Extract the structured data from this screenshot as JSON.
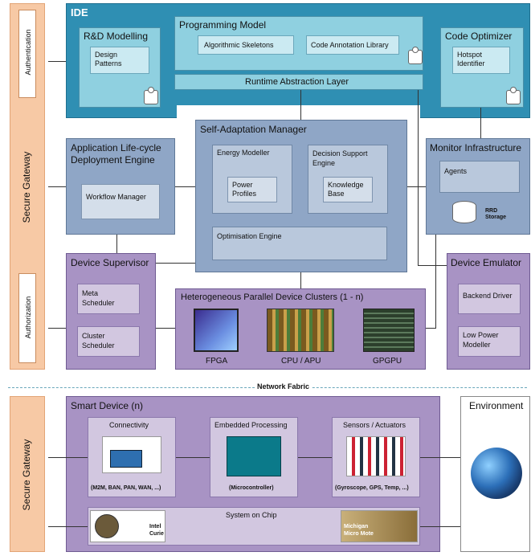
{
  "left_panel": {
    "top": {
      "gateway_label": "Secure Gateway",
      "auth_top": "Authentication",
      "auth_bottom": "Authorization"
    },
    "bottom": {
      "gateway_label": "Secure Gateway"
    }
  },
  "ide": {
    "title": "IDE",
    "rd_modelling": {
      "title": "R&D Modelling",
      "design_patterns": "Design Patterns"
    },
    "programming_model": {
      "title": "Programming Model",
      "skeletons": "Algorithmic Skeletons",
      "annotation": "Code Annotation Library"
    },
    "runtime_layer": "Runtime Abstraction Layer",
    "code_optimizer": {
      "title": "Code Optimizer",
      "hotspot": "Hotspot Identifier"
    }
  },
  "alm": {
    "title_line1": "Application Life-cycle",
    "title_line2": "Deployment Engine",
    "workflow": "Workflow Manager"
  },
  "sam": {
    "title": "Self-Adaptation Manager",
    "energy": {
      "title": "Energy  Modeller",
      "power": "Power Profiles"
    },
    "decision": {
      "title": "Decision Support Engine",
      "kb": "Knowledge Base"
    },
    "optimisation": "Optimisation Engine"
  },
  "monitor": {
    "title": "Monitor Infrastructure",
    "agents": "Agents",
    "rrd": "RRD Storage"
  },
  "device_supervisor": {
    "title": "Device Supervisor",
    "meta": "Meta Scheduler",
    "cluster": "Cluster Scheduler"
  },
  "hpdc": {
    "title": "Heterogeneous Parallel Device Clusters (1 - n)",
    "fpga": "FPGA",
    "cpu": "CPU / APU",
    "gpgpu": "GPGPU"
  },
  "emulator": {
    "title": "Device Emulator",
    "backend": "Backend Driver",
    "lowpower": "Low Power Modeller"
  },
  "network_fabric": "Network Fabric",
  "smart_device": {
    "title": "Smart Device (n)",
    "connectivity": {
      "title": "Connectivity",
      "caption": "(M2M, BAN, PAN, WAN, ...)"
    },
    "embedded": {
      "title": "Embedded Processing",
      "caption": "(Microcontroller)"
    },
    "sensors": {
      "title": "Sensors / Actuators",
      "caption": "(Gyroscope, GPS, Temp, ...)"
    },
    "soc": {
      "title": "System on Chip",
      "intel_line1": "Intel",
      "intel_line2": "Curie",
      "mich_line1": "Michigan",
      "mich_line2": "Micro Mote"
    }
  },
  "environment": {
    "title": "Environment"
  },
  "colors": {
    "ide": "#2f8fb3",
    "blue": "#8fa6c6",
    "purple": "#a893c4",
    "gateway": "#f7c9a5"
  }
}
